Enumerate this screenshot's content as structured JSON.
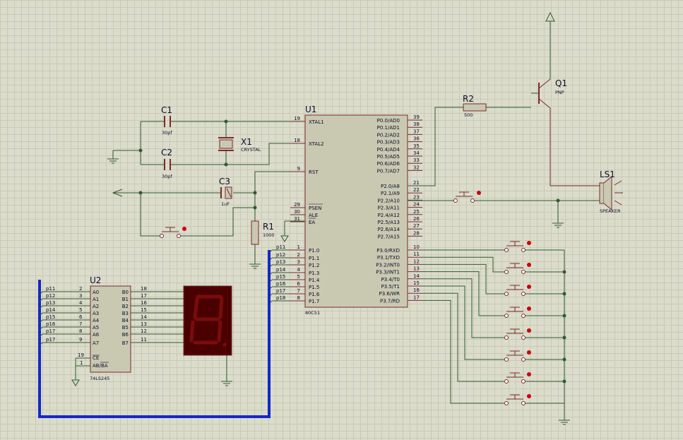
{
  "components": {
    "u1": {
      "ref": "U1",
      "part": "80C51",
      "left_pins": [
        {
          "num": "19",
          "name": "XTAL1"
        },
        {
          "num": "18",
          "name": "XTAL2"
        },
        {
          "num": "9",
          "name": "RST"
        },
        {
          "num": "29",
          "name": "PSEN"
        },
        {
          "num": "30",
          "name": "ALE"
        },
        {
          "num": "31",
          "name": "EA"
        },
        {
          "num": "1",
          "name": "P1.0"
        },
        {
          "num": "2",
          "name": "P1.1"
        },
        {
          "num": "3",
          "name": "P1.2"
        },
        {
          "num": "4",
          "name": "P1.3"
        },
        {
          "num": "5",
          "name": "P1.4"
        },
        {
          "num": "6",
          "name": "P1.5"
        },
        {
          "num": "7",
          "name": "P1.6"
        },
        {
          "num": "8",
          "name": "P1.7"
        }
      ],
      "right_pins": [
        {
          "num": "39",
          "name": "P0.0/AD0"
        },
        {
          "num": "38",
          "name": "P0.1/AD1"
        },
        {
          "num": "37",
          "name": "P0.2/AD2"
        },
        {
          "num": "36",
          "name": "P0.3/AD3"
        },
        {
          "num": "35",
          "name": "P0.4/AD4"
        },
        {
          "num": "34",
          "name": "P0.5/AD5"
        },
        {
          "num": "33",
          "name": "P0.6/AD6"
        },
        {
          "num": "32",
          "name": "P0.7/AD7"
        },
        {
          "num": "21",
          "name": "P2.0/A8"
        },
        {
          "num": "22",
          "name": "P2.1/A9"
        },
        {
          "num": "23",
          "name": "P2.2/A10"
        },
        {
          "num": "24",
          "name": "P2.3/A11"
        },
        {
          "num": "25",
          "name": "P2.4/A12"
        },
        {
          "num": "26",
          "name": "P2.5/A13"
        },
        {
          "num": "27",
          "name": "P2.6/A14"
        },
        {
          "num": "28",
          "name": "P2.7/A15"
        },
        {
          "num": "10",
          "name": "P3.0/RXD"
        },
        {
          "num": "11",
          "name": "P3.1/TXD"
        },
        {
          "num": "12",
          "name": "P3.2/INT0"
        },
        {
          "num": "13",
          "name": "P3.3/INT1"
        },
        {
          "num": "14",
          "name": "P3.4/T0"
        },
        {
          "num": "15",
          "name": "P3.5/T1"
        },
        {
          "num": "16",
          "name": "P3.6/WR"
        },
        {
          "num": "17",
          "name": "P3.7/RD"
        }
      ]
    },
    "u2": {
      "ref": "U2",
      "part": "74LS245",
      "a_pins": [
        {
          "num": "2",
          "name": "A0"
        },
        {
          "num": "3",
          "name": "A1"
        },
        {
          "num": "4",
          "name": "A2"
        },
        {
          "num": "5",
          "name": "A3"
        },
        {
          "num": "6",
          "name": "A4"
        },
        {
          "num": "7",
          "name": "A5"
        },
        {
          "num": "8",
          "name": "A6"
        },
        {
          "num": "9",
          "name": "A7"
        }
      ],
      "b_pins": [
        {
          "num": "18",
          "name": "B0"
        },
        {
          "num": "17",
          "name": "B1"
        },
        {
          "num": "16",
          "name": "B2"
        },
        {
          "num": "15",
          "name": "B3"
        },
        {
          "num": "14",
          "name": "B4"
        },
        {
          "num": "13",
          "name": "B5"
        },
        {
          "num": "12",
          "name": "B6"
        },
        {
          "num": "11",
          "name": "B7"
        }
      ],
      "ce": {
        "num": "19",
        "name": "CE"
      },
      "dir": {
        "num": "1",
        "name": "AB/BA"
      }
    },
    "c1": {
      "ref": "C1",
      "value": "30pf"
    },
    "c2": {
      "ref": "C2",
      "value": "30pf"
    },
    "c3": {
      "ref": "C3",
      "value": "1uF"
    },
    "x1": {
      "ref": "X1",
      "value": "CRYSTAL"
    },
    "r1": {
      "ref": "R1",
      "value": "1000"
    },
    "r2": {
      "ref": "R2",
      "value": "500"
    },
    "q1": {
      "ref": "Q1",
      "value": "PNP"
    },
    "ls1": {
      "ref": "LS1",
      "value": "SPEAKER"
    }
  },
  "nets": {
    "u1_p1": [
      "p11",
      "p12",
      "p13",
      "p14",
      "p15",
      "p16",
      "p17",
      "p18"
    ],
    "u2_a": [
      "p11",
      "p12",
      "p13",
      "p14",
      "p15",
      "p16",
      "p17",
      "p17"
    ]
  },
  "colors": {
    "wire": "#305a30",
    "body_fill": "#c9c9b2",
    "body_stroke": "#7a2a2a",
    "bus": "#1428c8",
    "seg_bg": "#4a0000",
    "seg_on": "#7a0c0c",
    "switch_dot": "#c80000"
  }
}
